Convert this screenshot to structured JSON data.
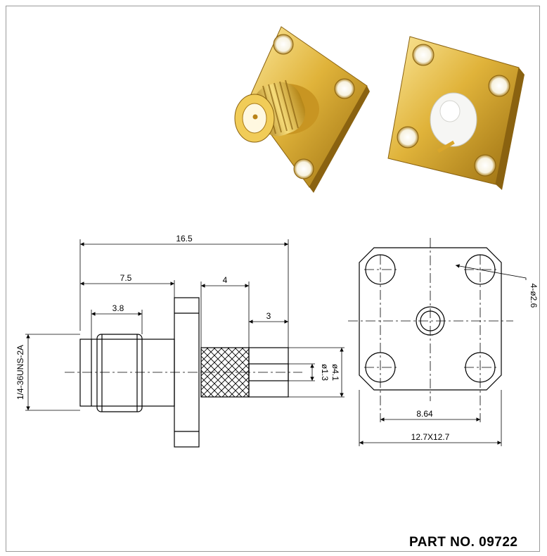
{
  "dimensions": {
    "overall_length": "16.5",
    "front_length": "7.5",
    "hex_length": "3.8",
    "knurl_length": "4",
    "tail_length": "3",
    "thread_spec": "1/4-36UNS-2A",
    "pin_diameter": "ø1.3",
    "body_diameter": "ø4.1",
    "holes": "4-ø2.6",
    "hole_spacing": "8.64",
    "flange_size": "12.7X12.7"
  },
  "part": {
    "label": "PART NO. 09722"
  },
  "colors": {
    "gold_light": "#f4d870",
    "gold_mid": "#d8a82a",
    "gold_dark": "#9a6e10",
    "insulator": "#f2f2f2",
    "line": "#000000"
  }
}
